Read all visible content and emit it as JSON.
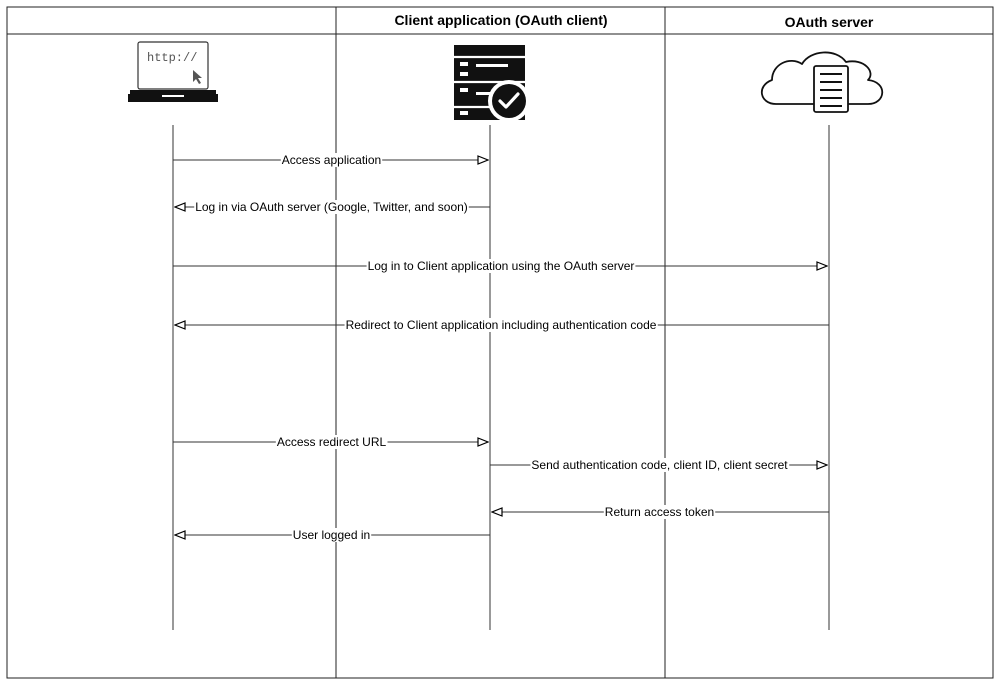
{
  "columns": [
    {
      "id": "browser",
      "title": "",
      "icon": "browser-laptop-icon"
    },
    {
      "id": "client",
      "title": "Client application (OAuth client)",
      "icon": "server-check-icon"
    },
    {
      "id": "oauth",
      "title": "OAuth server",
      "icon": "cloud-document-icon"
    }
  ],
  "browser_url": "http://",
  "messages": [
    {
      "from": "browser",
      "to": "client",
      "label": "Access application",
      "style": "open"
    },
    {
      "from": "client",
      "to": "browser",
      "label": "Log in via OAuth server (Google, Twitter, and soon)",
      "style": "open"
    },
    {
      "from": "browser",
      "to": "oauth",
      "label": "Log in to Client application using the OAuth server",
      "style": "open"
    },
    {
      "from": "oauth",
      "to": "browser",
      "label": "Redirect to Client application including authentication code",
      "style": "open"
    },
    {
      "from": "browser",
      "to": "client",
      "label": "Access redirect URL",
      "style": "open"
    },
    {
      "from": "client",
      "to": "oauth",
      "label": "Send authentication code, client ID, client secret",
      "style": "open"
    },
    {
      "from": "oauth",
      "to": "client",
      "label": "Return access token",
      "style": "open"
    },
    {
      "from": "client",
      "to": "browser",
      "label": "User logged in",
      "style": "open"
    }
  ]
}
